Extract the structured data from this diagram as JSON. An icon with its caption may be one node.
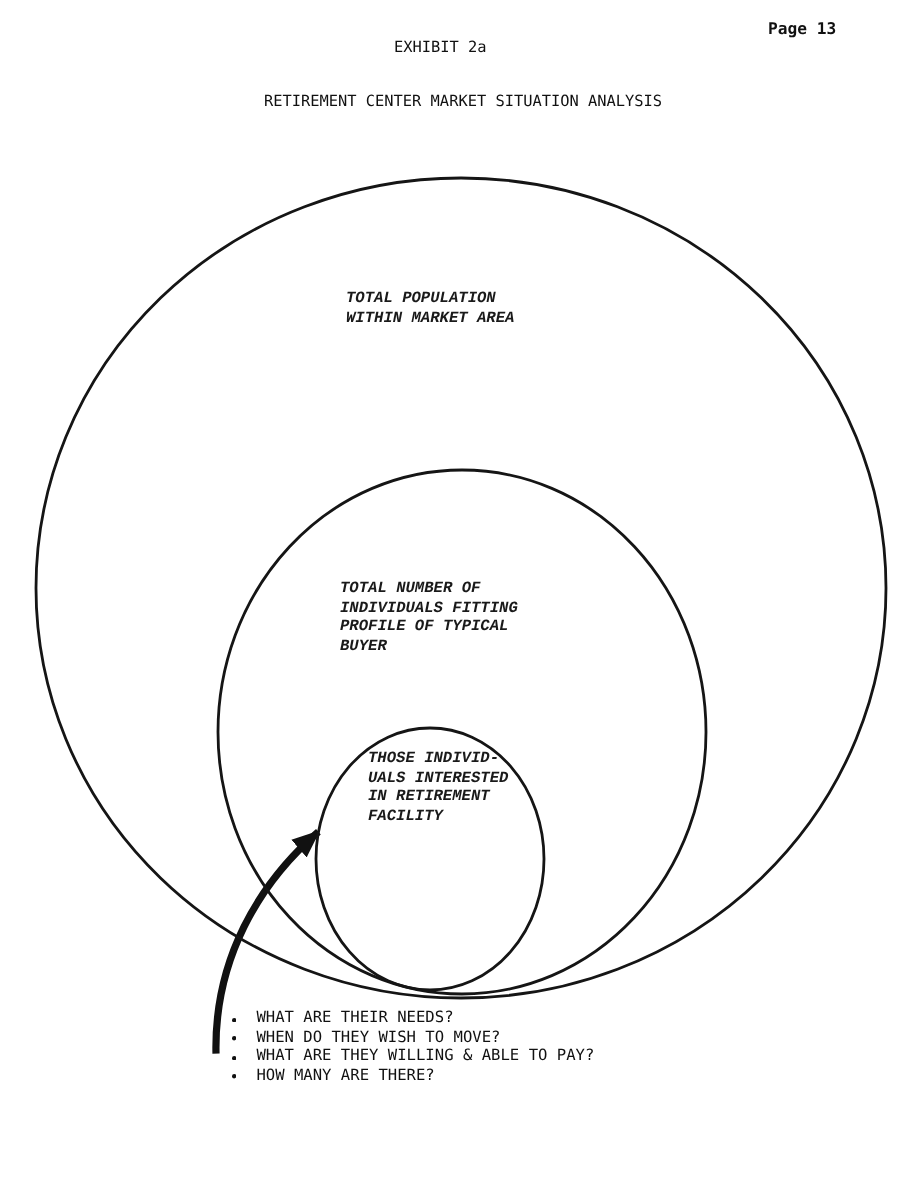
{
  "diagram": {
    "title": "RETIREMENT CENTER MARKET SITUATION ANALYSIS",
    "nodes": [
      {
        "text": [
          "TOTAL POPULATION WITHIN MARKET AREA"
        ]
      },
      {
        "text": [
          "TOTAL NUMBER OF INDIVIDUALS FITTING PROFILE OF TYPICAL BUYER"
        ],
        "in": 0
      },
      {
        "text": [
          "THOSE INDIVID- UALS INTERESTED IN RETIREMENT FACILITY"
        ],
        "in": 1
      },
      {
        "text": [
          "WHAT ARE THEIR NEEDS?",
          "WHEN DO THEY WISH TO MOVE?",
          "WHAT ARE THEY WILLING & ABLE TO PAY?",
          "HOW MANY ARE THERE?"
        ]
      }
    ],
    "edges": [
      {
        "from": 3,
        "to": 2,
        "arrow": "to"
      }
    ],
    "labels": [
      "Page 13",
      "EXHIBIT 2a"
    ]
  }
}
